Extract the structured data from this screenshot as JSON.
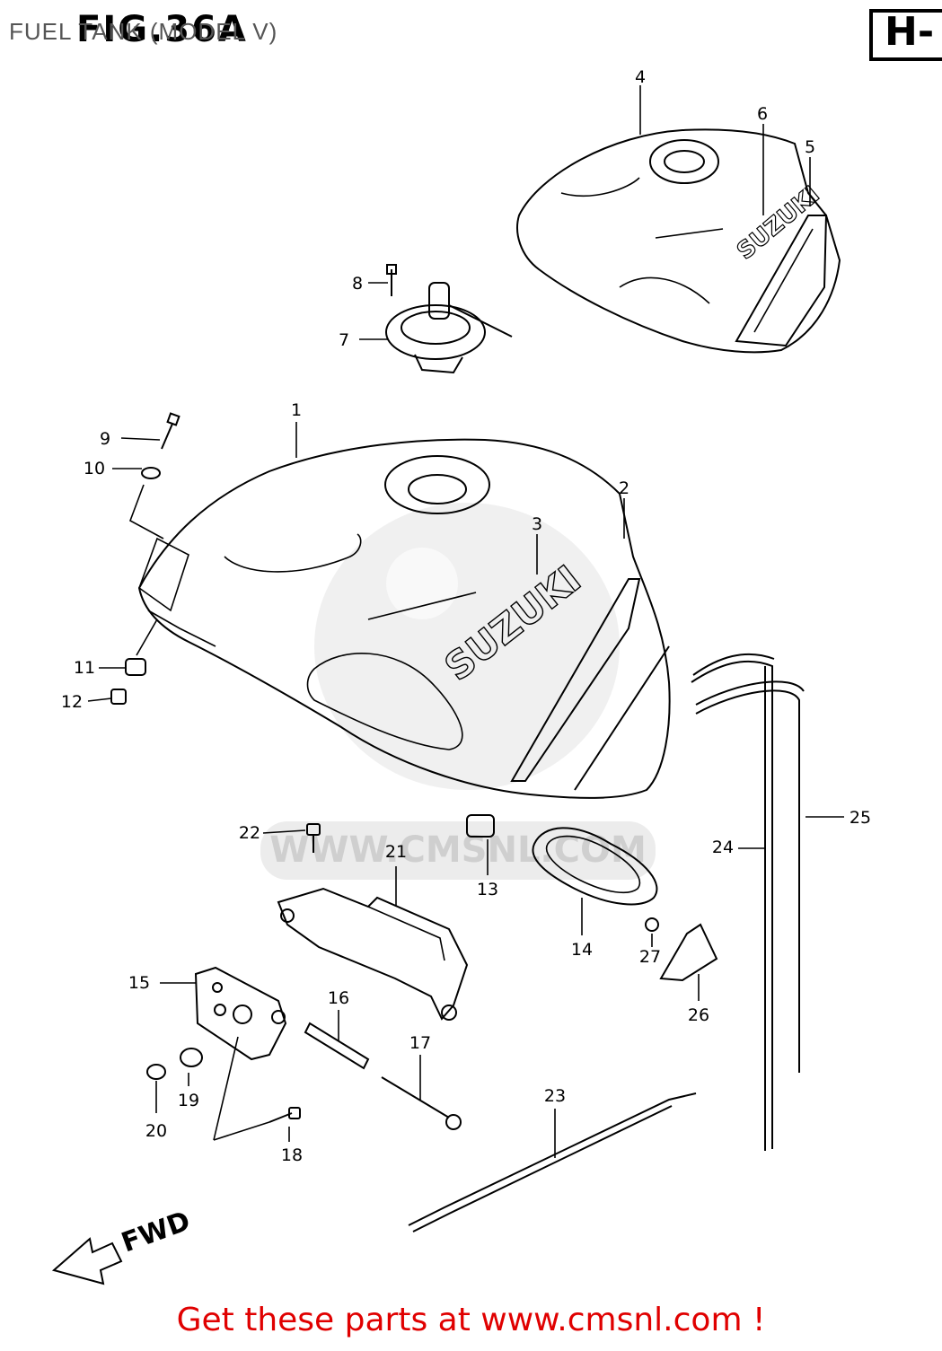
{
  "header": {
    "title": "FUEL TANK (MODEL V)",
    "figure": "FIG.36A",
    "section": "H-"
  },
  "footer": {
    "text": "Get these parts at www.cmsnl.com !"
  },
  "callouts": [
    "1",
    "2",
    "3",
    "4",
    "5",
    "6",
    "7",
    "8",
    "9",
    "10",
    "11",
    "12",
    "13",
    "14",
    "15",
    "16",
    "17",
    "18",
    "19",
    "20",
    "21",
    "22",
    "23",
    "24",
    "25",
    "26",
    "27"
  ],
  "tank_badge": "SUZUKI",
  "watermark": "WWW.CMSNL.COM",
  "direction_label": "FWD",
  "colors": {
    "lines": "#000000",
    "footer_text": "#e00000",
    "watermark": "#e4e4e4"
  }
}
